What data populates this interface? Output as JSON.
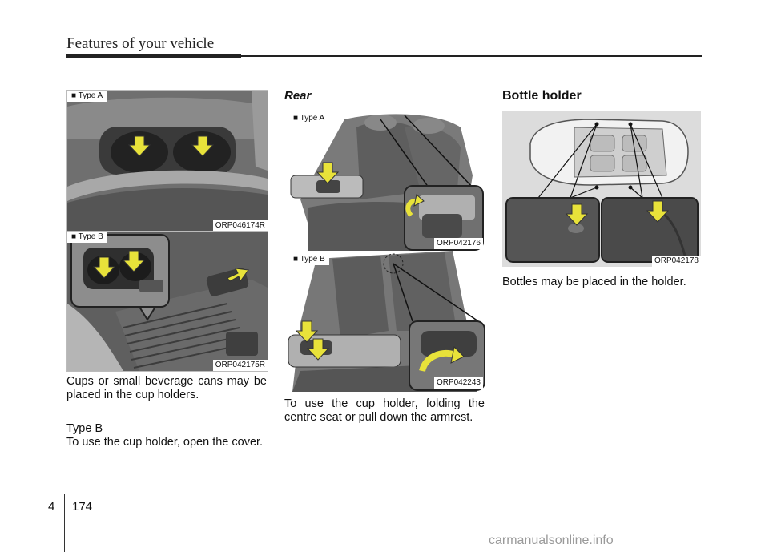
{
  "header": {
    "title": "Features of your vehicle"
  },
  "left": {
    "figA": {
      "tag": "■ Type A",
      "code": "ORP046174R"
    },
    "figB": {
      "tag": "■ Type B",
      "code": "ORP042175R"
    },
    "para1": "Cups or small beverage cans may be placed in the cup holders.",
    "typeb_label": "Type B",
    "para2": "To use the cup holder, open the cover."
  },
  "middle": {
    "heading": "Rear",
    "figA": {
      "tag": "■ Type A",
      "code": "ORP042176"
    },
    "figB": {
      "tag": "■ Type B",
      "code": "ORP042243"
    },
    "para": "To use the cup holder, folding the centre seat or pull down the armrest."
  },
  "right": {
    "heading": "Bottle holder",
    "fig": {
      "code": "ORP042178"
    },
    "para": "Bottles may be placed in the holder."
  },
  "footer": {
    "chapter": "4",
    "page": "174"
  },
  "watermark": "carmanualsonline.info",
  "colors": {
    "arrow": "#e8e23a",
    "ink": "#111111"
  }
}
